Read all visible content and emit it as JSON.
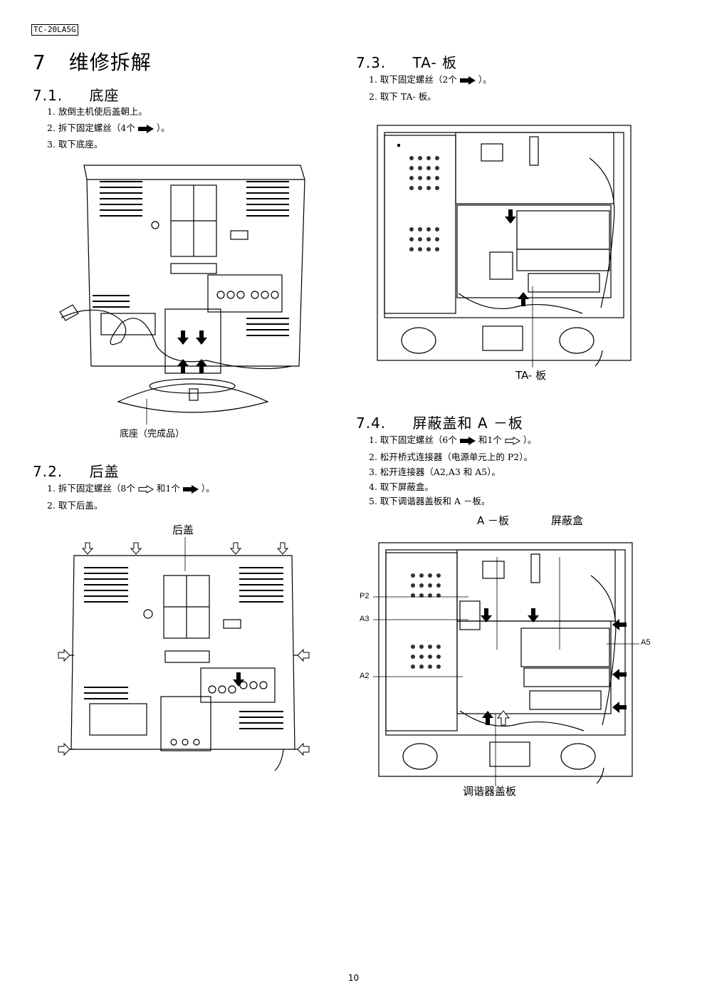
{
  "header": {
    "model": "TC-20LA5G"
  },
  "chapter": {
    "number": "7",
    "title": "维修拆解"
  },
  "s71": {
    "num": "7.1.",
    "title": "底座",
    "steps": [
      "1. 放倒主机使后盖朝上。",
      "2. 拆下固定螺丝（4个",
      "）。",
      "3. 取下底座。"
    ],
    "fig_label": "底座（完成品）"
  },
  "s72": {
    "num": "7.2.",
    "title": "后盖",
    "steps": [
      "1. 拆下固定螺丝（8个",
      "和1个",
      "）。",
      "2. 取下后盖。"
    ],
    "fig_label": "后盖"
  },
  "s73": {
    "num": "7.3.",
    "title": "TA- 板",
    "steps": [
      "1. 取下固定螺丝（2个",
      "）。",
      "2. 取下 TA- 板。"
    ],
    "fig_label": "TA- 板"
  },
  "s74": {
    "num": "7.4.",
    "title": "屏蔽盖和 A －板",
    "steps": [
      "1. 取下固定螺丝（6个",
      "和1个",
      "）。",
      "2. 松开桥式连接器（电源单元上的 P2）。",
      "3. 松开连接器（A2,A3 和 A5）。",
      "4. 取下屏蔽盒。",
      "5. 取下调谐器盖板和 A －板。"
    ],
    "fig_labels": {
      "a_board": "A －板",
      "shield": "屏蔽盒",
      "tuner_cover": "调谐器盖板"
    },
    "callouts": {
      "p2": "P2",
      "a3": "A3",
      "a2": "A2",
      "a5": "A5"
    }
  },
  "icons": {
    "solid_arrow": "solid-right-arrow-icon",
    "hollow_arrow": "hollow-right-arrow-icon"
  },
  "footer": {
    "page": "10"
  }
}
